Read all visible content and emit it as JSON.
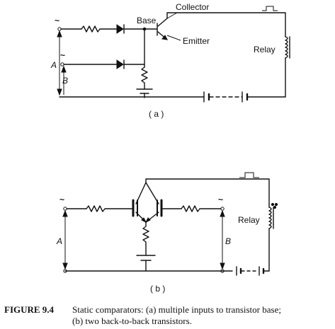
{
  "diagram_a": {
    "label_base": "Base",
    "label_collector": "Collector",
    "label_emitter": "Emitter",
    "label_relay": "Relay",
    "label_input_a": "A",
    "label_input_b": "B",
    "ac_symbol_1": "~",
    "ac_symbol_2": "~",
    "sublabel": "( a )"
  },
  "diagram_b": {
    "label_relay": "Relay",
    "label_input_a": "A",
    "label_input_b": "B",
    "ac_symbol_left": "~",
    "ac_symbol_right": "~",
    "sublabel": "( b )"
  },
  "caption": {
    "figure_number": "FIGURE 9.4",
    "line1": "Static comparators: (a) multiple inputs to transistor base;",
    "line2": "(b) two back-to-back transistors."
  }
}
